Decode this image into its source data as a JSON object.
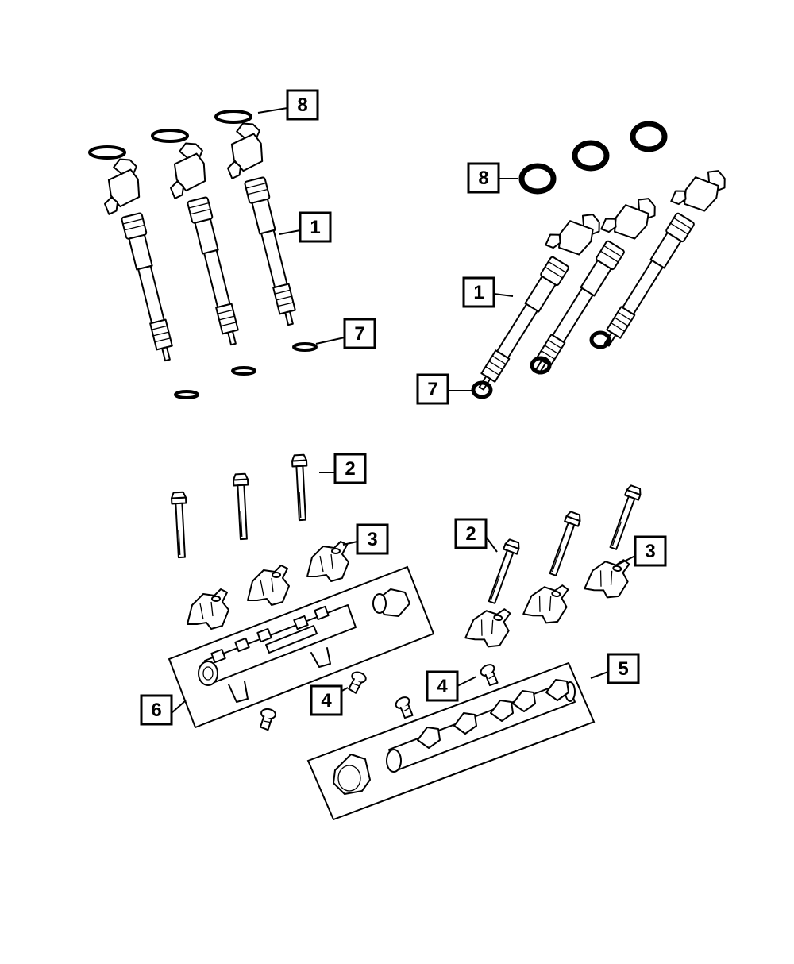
{
  "callouts": [
    {
      "id": "c8a",
      "label": "8"
    },
    {
      "id": "c1a",
      "label": "1"
    },
    {
      "id": "c7a",
      "label": "7"
    },
    {
      "id": "c8b",
      "label": "8"
    },
    {
      "id": "c1b",
      "label": "1"
    },
    {
      "id": "c7b",
      "label": "7"
    },
    {
      "id": "c2a",
      "label": "2"
    },
    {
      "id": "c3a",
      "label": "3"
    },
    {
      "id": "c6",
      "label": "6"
    },
    {
      "id": "c4a",
      "label": "4"
    },
    {
      "id": "c2b",
      "label": "2"
    },
    {
      "id": "c3b",
      "label": "3"
    },
    {
      "id": "c4b",
      "label": "4"
    },
    {
      "id": "c5",
      "label": "5"
    }
  ]
}
